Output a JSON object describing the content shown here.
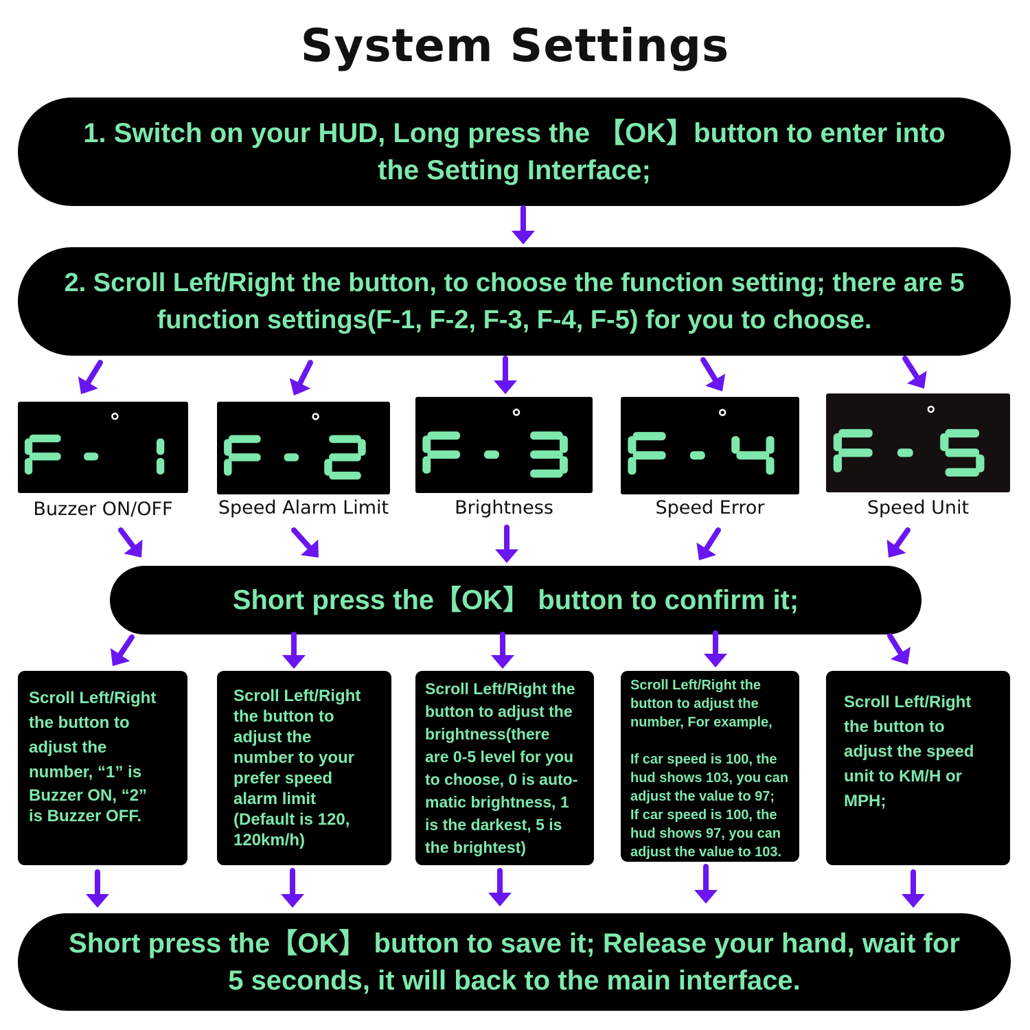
{
  "title": "System Settings",
  "step1": {
    "line1": "1. Switch on your HUD, Long press the 【OK】button to enter into",
    "line2": "the Setting Interface;"
  },
  "step2": {
    "line1": "2. Scroll Left/Right the button, to choose the function setting; there  are 5",
    "line2": "function settings(F-1, F-2, F-3, F-4, F-5)  for you to choose."
  },
  "functions": [
    {
      "code": "F-1",
      "label": "Buzzer ON/OFF"
    },
    {
      "code": "F-2",
      "label": "Speed Alarm Limit"
    },
    {
      "code": "F-3",
      "label": "Brightness"
    },
    {
      "code": "F-4",
      "label": "Speed Error"
    },
    {
      "code": "F-5",
      "label": "Speed Unit"
    }
  ],
  "confirm": "Short press the【OK】 button to confirm it;",
  "details": [
    [
      "Scroll Left/Right",
      "the button to",
      "adjust the",
      "number, “1” is",
      "Buzzer ON,  “2”",
      "is Buzzer OFF."
    ],
    [
      "Scroll Left/Right",
      "the button to",
      "adjust the",
      "number to your",
      "prefer speed",
      "alarm limit",
      "(Default is 120,",
      "120km/h)"
    ],
    [
      "Scroll Left/Right the",
      "button to adjust the",
      "brightness(there",
      "are 0-5 level for you",
      "to choose, 0 is auto-",
      "matic brightness, 1",
      "is the darkest, 5 is",
      "the brightest)"
    ],
    [
      "Scroll Left/Right the",
      "button to adjust the",
      "number, For example,",
      "",
      "If car speed is 100, the",
      "hud shows 103, you can",
      "adjust the value to 97;",
      "If car speed is 100, the",
      "hud shows 97, you can",
      "adjust the value to 103."
    ],
    [
      "Scroll Left/Right",
      "the button to",
      "adjust the speed",
      "unit to KM/H or",
      "MPH;"
    ]
  ],
  "save": {
    "line1": "Short press the【OK】 button to save it; Release your hand, wait for",
    "line2": "5 seconds, it will back to the main interface."
  },
  "colors": {
    "panel": "#000000",
    "text_green": "#7ee8ad",
    "arrow": "#6a16f0",
    "title": "#111111"
  }
}
